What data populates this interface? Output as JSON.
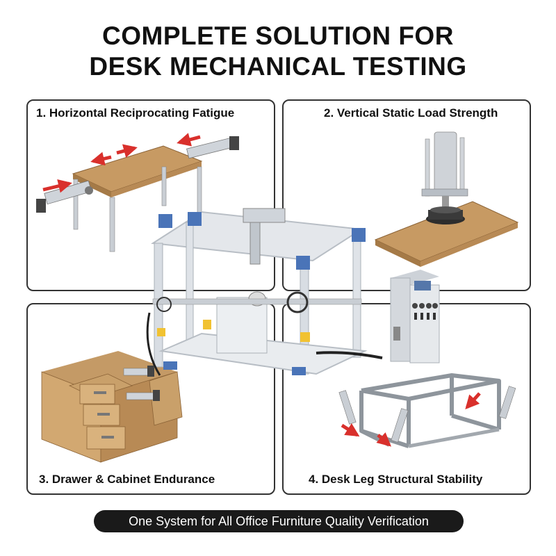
{
  "title_line1": "COMPLETE SOLUTION FOR",
  "title_line2": "DESK MECHANICAL TESTING",
  "panels": [
    {
      "label": "1. Horizontal Reciprocating Fatigue"
    },
    {
      "label": "2. Vertical Static Load Strength"
    },
    {
      "label": "3. Drawer & Cabinet Endurance"
    },
    {
      "label": "4. Desk Leg Structural Stability"
    }
  ],
  "tagline": "One System for All Office Furniture Quality Verification",
  "colors": {
    "wood": "#c79a63",
    "wood_dark": "#a57a47",
    "arrow_red": "#d9302c",
    "frame_blue": "#4a74b8",
    "aluminium": "#d8dde3",
    "pill_bg": "#1a1a1a"
  },
  "icons": [
    "table-illustration",
    "press-cylinder-illustration",
    "cabinet-illustration",
    "leg-frame-illustration",
    "test-machine-photo",
    "controller-cabinet-photo"
  ]
}
